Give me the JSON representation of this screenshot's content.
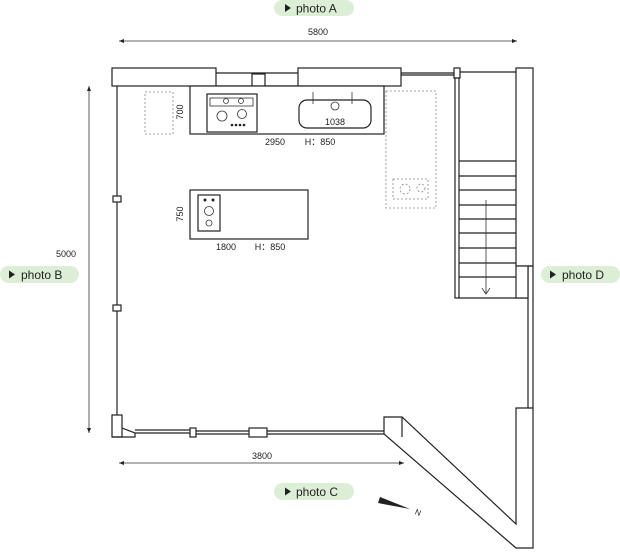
{
  "photo_labels": {
    "a": "photo A",
    "b": "photo B",
    "c": "photo C",
    "d": "photo D"
  },
  "dimensions": {
    "width_top": "5800",
    "height_left": "5000",
    "width_bottom": "3800",
    "counter_depth": "700",
    "counter_length": "2950",
    "counter_height": "H：850",
    "sink_width": "1038",
    "island_depth": "750",
    "island_length": "1800",
    "island_height": "H：850"
  },
  "compass": {
    "label": "N"
  },
  "colors": {
    "pill": "#dcefd6",
    "line": "#222222",
    "dash": "#888888"
  }
}
